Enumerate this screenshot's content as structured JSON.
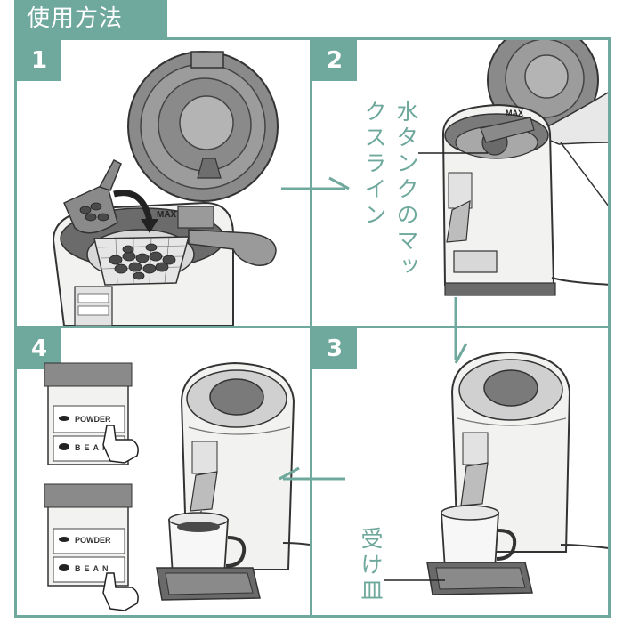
{
  "header": {
    "title": "使用方法"
  },
  "steps": [
    {
      "number": "1"
    },
    {
      "number": "2"
    },
    {
      "number": "3"
    },
    {
      "number": "4"
    }
  ],
  "labels": {
    "water_max_line": "水タンクのマックスライン",
    "drip_tray": "受け皿",
    "max_mark": "MAX",
    "powder_button": "POWDER",
    "bean_button": "BEAN"
  },
  "colors": {
    "accent": "#6fa89c",
    "outline": "#333333",
    "body": "#f2f2f0",
    "dark": "#555555"
  },
  "icons": [
    "arrow-right-icon",
    "arrow-down-icon",
    "arrow-left-icon",
    "hand-pointer-icon",
    "scoop-icon"
  ]
}
